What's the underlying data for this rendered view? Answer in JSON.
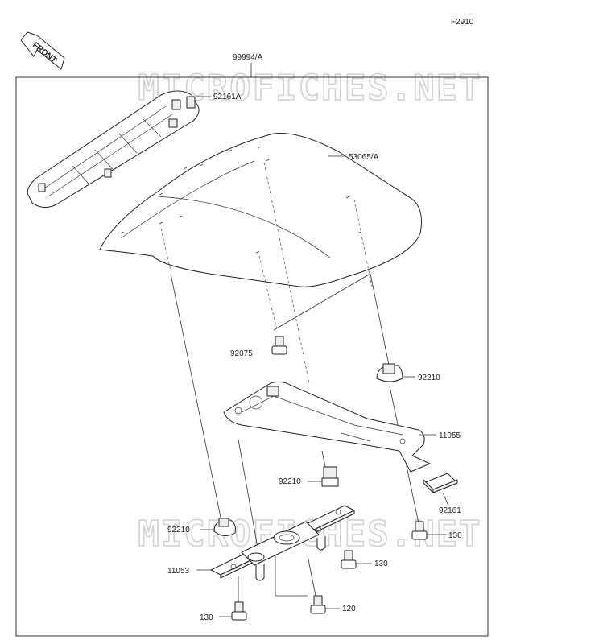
{
  "diagram": {
    "figure_code": "F2910",
    "assembly_ref": "99994/A",
    "watermark": "MICROFICHES.NET",
    "front_label": "FRONT",
    "parts": [
      {
        "id": "p-92161a",
        "label": "92161A"
      },
      {
        "id": "p-53065a",
        "label": "53065/A"
      },
      {
        "id": "p-92075",
        "label": "92075"
      },
      {
        "id": "p-92210-top",
        "label": "92210"
      },
      {
        "id": "p-11055",
        "label": "11055"
      },
      {
        "id": "p-92210-mid",
        "label": "92210"
      },
      {
        "id": "p-92161",
        "label": "92161"
      },
      {
        "id": "p-92210-left",
        "label": "92210"
      },
      {
        "id": "p-130-right",
        "label": "130"
      },
      {
        "id": "p-130-mid",
        "label": "130"
      },
      {
        "id": "p-11053",
        "label": "11053"
      },
      {
        "id": "p-120",
        "label": "120"
      },
      {
        "id": "p-130-bottom",
        "label": "130"
      }
    ]
  }
}
